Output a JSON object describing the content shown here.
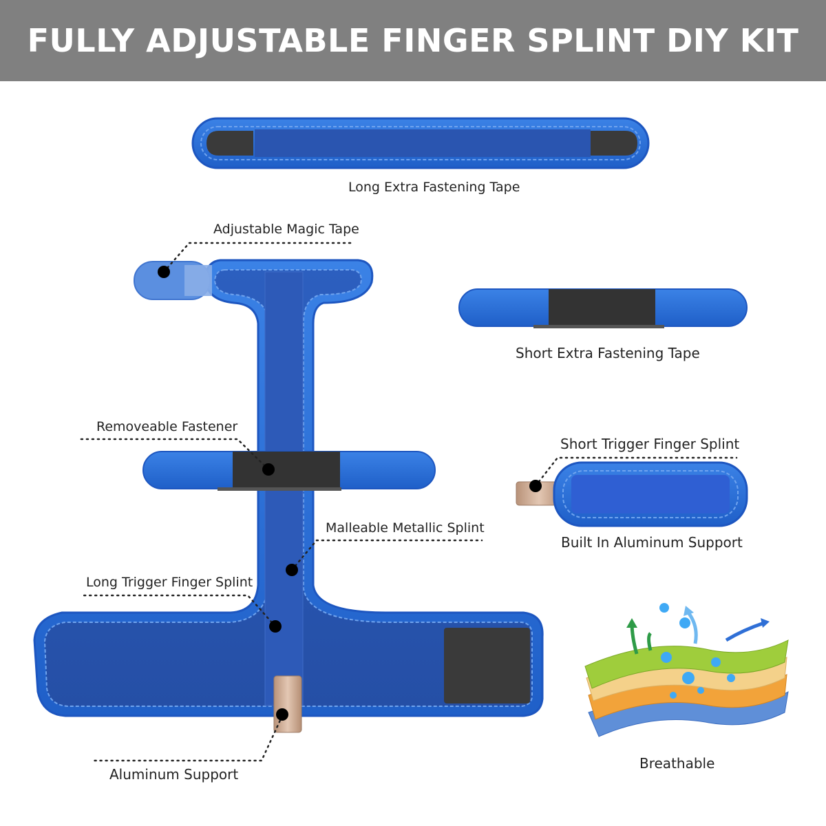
{
  "header": {
    "title": "FULLY ADJUSTABLE FINGER SPLINT DIY KIT"
  },
  "labels": {
    "long_tape": "Long Extra Fastening Tape",
    "magic_tape": "Adjustable Magic Tape",
    "short_tape": "Short Extra Fastening Tape",
    "removeable_fastener": "Removeable Fastener",
    "short_trigger": "Short Trigger Finger Splint",
    "malleable_splint": "Malleable Metallic Splint",
    "aluminum_builtin": "Built In Aluminum Support",
    "long_trigger": "Long Trigger Finger Splint",
    "breathable": "Breathable",
    "aluminum_support": "Aluminum Support"
  },
  "colors": {
    "header_bg": "#808080",
    "neoprene_blue": "#2f6fd6",
    "neoprene_dark": "#2a55b0",
    "velcro_black": "#3a3a3a",
    "aluminum": "#c9a58c"
  }
}
